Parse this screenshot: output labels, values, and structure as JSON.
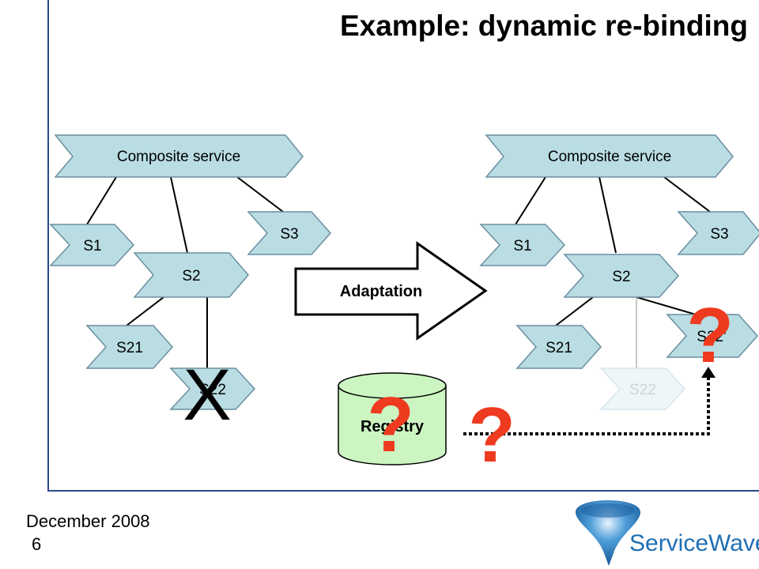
{
  "title": "Example: dynamic re-binding",
  "footer": {
    "date": "December 2008",
    "page": "6"
  },
  "left": {
    "composite": "Composite service",
    "s1": "S1",
    "s2": "S2",
    "s3": "S3",
    "s21": "S21",
    "s22": "S22",
    "failure_mark": "X"
  },
  "right": {
    "composite": "Composite service",
    "s1": "S1",
    "s2": "S2",
    "s3": "S3",
    "s21": "S21",
    "s22_old": "S22",
    "s22_new": "S22'"
  },
  "arrow_label": "Adaptation",
  "registry_label": "Registry",
  "question_mark": "?",
  "logo_text": "ServiceWave",
  "colors": {
    "chevron_fill": "#b9dde3",
    "chevron_stroke": "#6a8fa0",
    "registry_fill": "#ccf5c2",
    "question": "#ee3a1f",
    "frame": "#2c4a8a",
    "logo": "#1f6fb3"
  }
}
